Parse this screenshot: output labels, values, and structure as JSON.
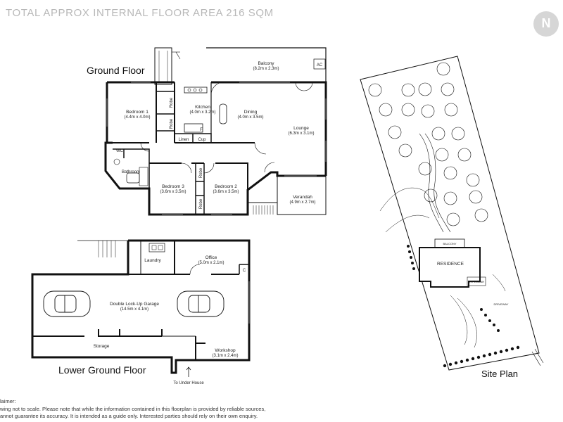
{
  "header": {
    "area_text": "TOTAL APPROX INTERNAL FLOOR AREA 216 SQM"
  },
  "compass": {
    "letter": "N"
  },
  "titles": {
    "ground": "Ground Floor",
    "lower": "Lower Ground Floor",
    "site": "Site Plan"
  },
  "ground_floor": {
    "balcony": {
      "name": "Balcony",
      "dims": "(8.2m x 2.3m)"
    },
    "ac": "AC",
    "bedroom1": {
      "name": "Bedroom 1",
      "dims": "(4.4m x 4.0m)"
    },
    "robe": "Robe",
    "kitchen": {
      "name": "Kitchen",
      "dims": "(4.0m x 3.2m)"
    },
    "dining": {
      "name": "Dining",
      "dims": "(4.0m x 3.5m)"
    },
    "lounge": {
      "name": "Lounge",
      "dims": "(6.3m x 3.1m)"
    },
    "fridge": "F",
    "linen": "Linen",
    "cup": "Cup",
    "wc": "WC",
    "bathroom": "Bathroom",
    "bedroom3": {
      "name": "Bedroom 3",
      "dims": "(3.6m x 3.5m)"
    },
    "bedroom2": {
      "name": "Bedroom 2",
      "dims": "(3.6m x 3.5m)"
    },
    "verandah": {
      "name": "Verandah",
      "dims": "(4.9m x 2.7m)"
    }
  },
  "lower_floor": {
    "laundry": "Laundry",
    "office": {
      "name": "Office",
      "dims": "(5.0m x 2.1m)"
    },
    "closet": "C",
    "garage": {
      "name": "Double Lock-Up Garage",
      "dims": "(14.5m x 4.1m)"
    },
    "storage": "Storage",
    "workshop": {
      "name": "Workshop",
      "dims": "(3.1m x 2.4m)"
    },
    "under_house": "To Under House"
  },
  "site_plan": {
    "residence": "RESIDENCE",
    "balcony_small": "BALCONY",
    "verandah_small": "VERANDAH",
    "driveway": "DRIVEWAY"
  },
  "disclaimer": {
    "line1": "laimer:",
    "line2": "wing not to scale. Please note that while the information contained in this floorplan is provided by reliable sources,",
    "line3": "annot guarantee its accuracy. It is intended as a guide only. Interested parties should rely on their  own enquiry."
  }
}
